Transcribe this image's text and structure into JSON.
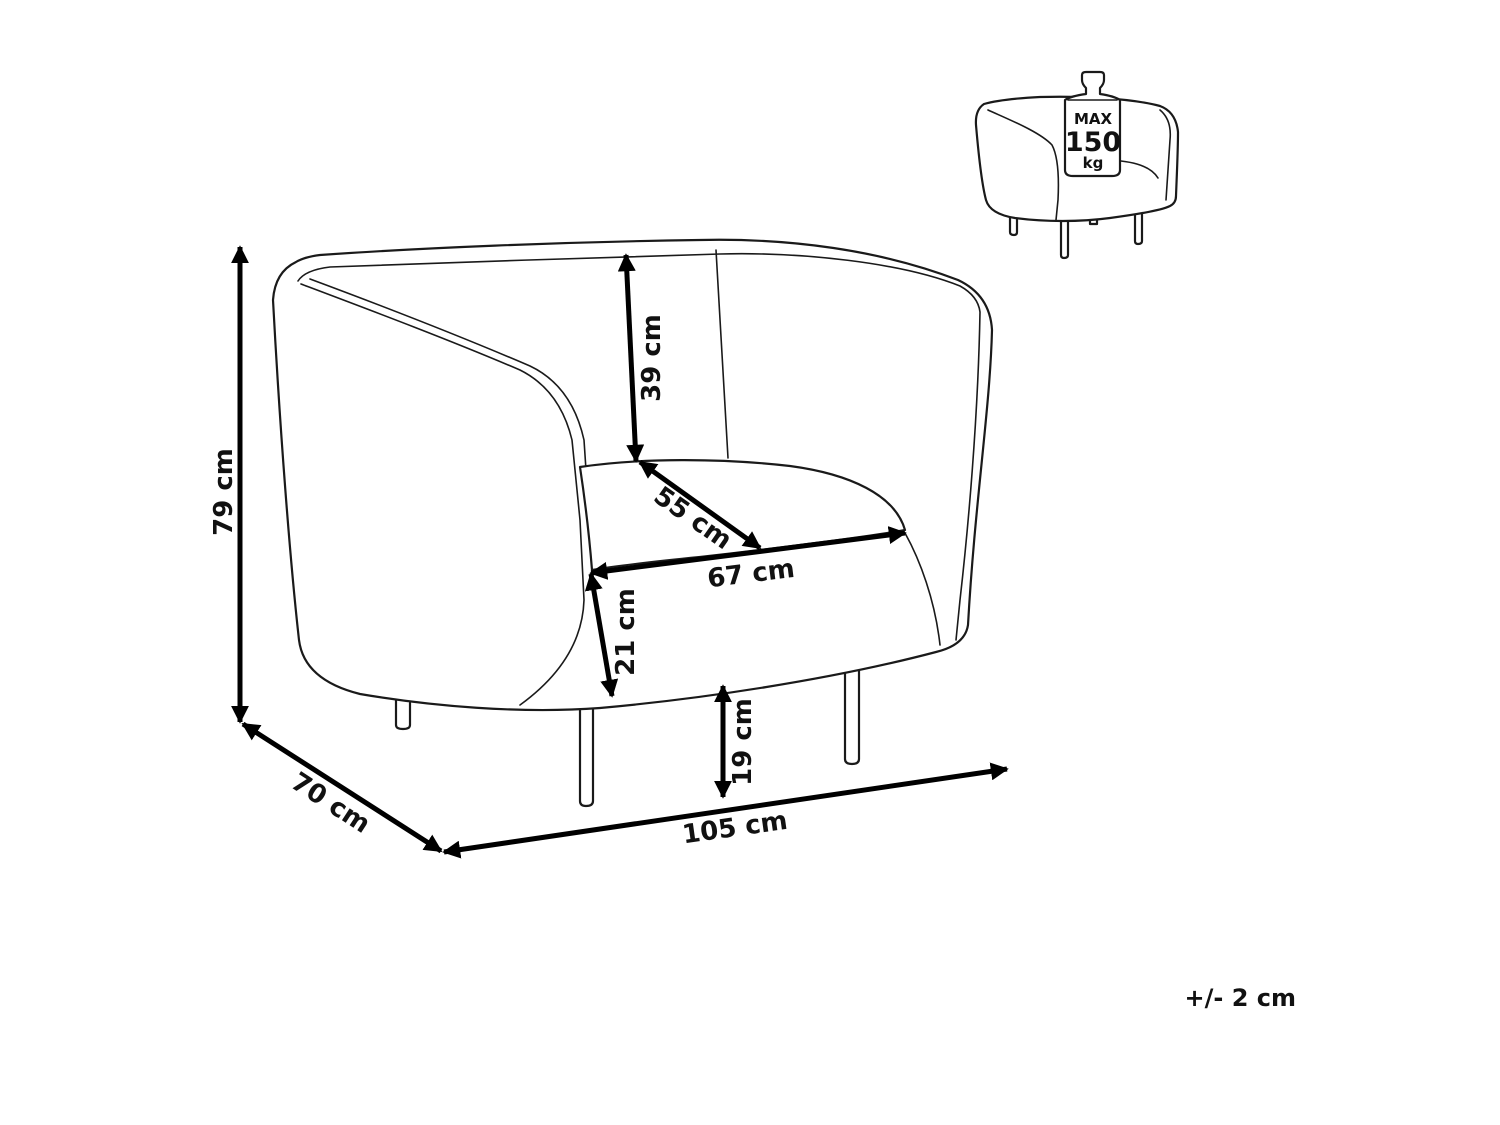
{
  "dimensions": {
    "height_total": "79 cm",
    "backrest_height": "39 cm",
    "seat_depth": "55 cm",
    "seat_width": "67 cm",
    "seat_height": "21 cm",
    "leg_height": "19 cm",
    "depth": "70 cm",
    "width": "105 cm"
  },
  "load_badge": {
    "max_label": "MAX",
    "value": "150",
    "unit": "kg"
  },
  "tolerance": "+/- 2 cm",
  "colors": {
    "line": "#1a1a1a",
    "arrow": "#000000",
    "background": "#ffffff"
  }
}
